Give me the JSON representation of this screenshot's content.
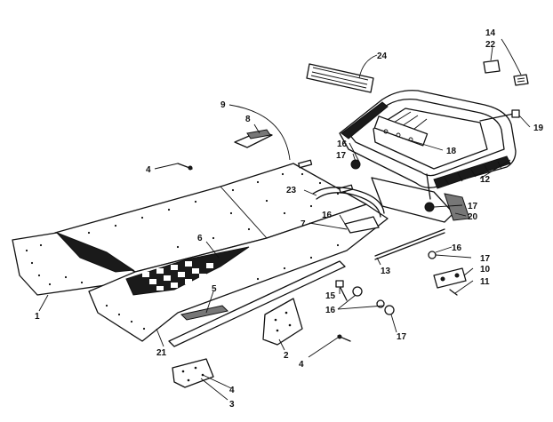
{
  "callouts": [
    {
      "id": "c1",
      "label": "1"
    },
    {
      "id": "c2",
      "label": "2"
    },
    {
      "id": "c3",
      "label": "3"
    },
    {
      "id": "c4a",
      "label": "4"
    },
    {
      "id": "c4b",
      "label": "4"
    },
    {
      "id": "c4c",
      "label": "4"
    },
    {
      "id": "c5",
      "label": "5"
    },
    {
      "id": "c6",
      "label": "6"
    },
    {
      "id": "c7",
      "label": "7"
    },
    {
      "id": "c8",
      "label": "8"
    },
    {
      "id": "c9",
      "label": "9"
    },
    {
      "id": "c10",
      "label": "10"
    },
    {
      "id": "c11",
      "label": "11"
    },
    {
      "id": "c12",
      "label": "12"
    },
    {
      "id": "c13",
      "label": "13"
    },
    {
      "id": "c14",
      "label": "14"
    },
    {
      "id": "c15",
      "label": "15"
    },
    {
      "id": "c16a",
      "label": "16"
    },
    {
      "id": "c16b",
      "label": "16"
    },
    {
      "id": "c16c",
      "label": "16"
    },
    {
      "id": "c16d",
      "label": "16"
    },
    {
      "id": "c17a",
      "label": "17"
    },
    {
      "id": "c17b",
      "label": "17"
    },
    {
      "id": "c17c",
      "label": "17"
    },
    {
      "id": "c17d",
      "label": "17"
    },
    {
      "id": "c18",
      "label": "18"
    },
    {
      "id": "c19",
      "label": "19"
    },
    {
      "id": "c20",
      "label": "20"
    },
    {
      "id": "c21",
      "label": "21"
    },
    {
      "id": "c22",
      "label": "22"
    },
    {
      "id": "c23",
      "label": "23"
    },
    {
      "id": "c24",
      "label": "24"
    }
  ]
}
